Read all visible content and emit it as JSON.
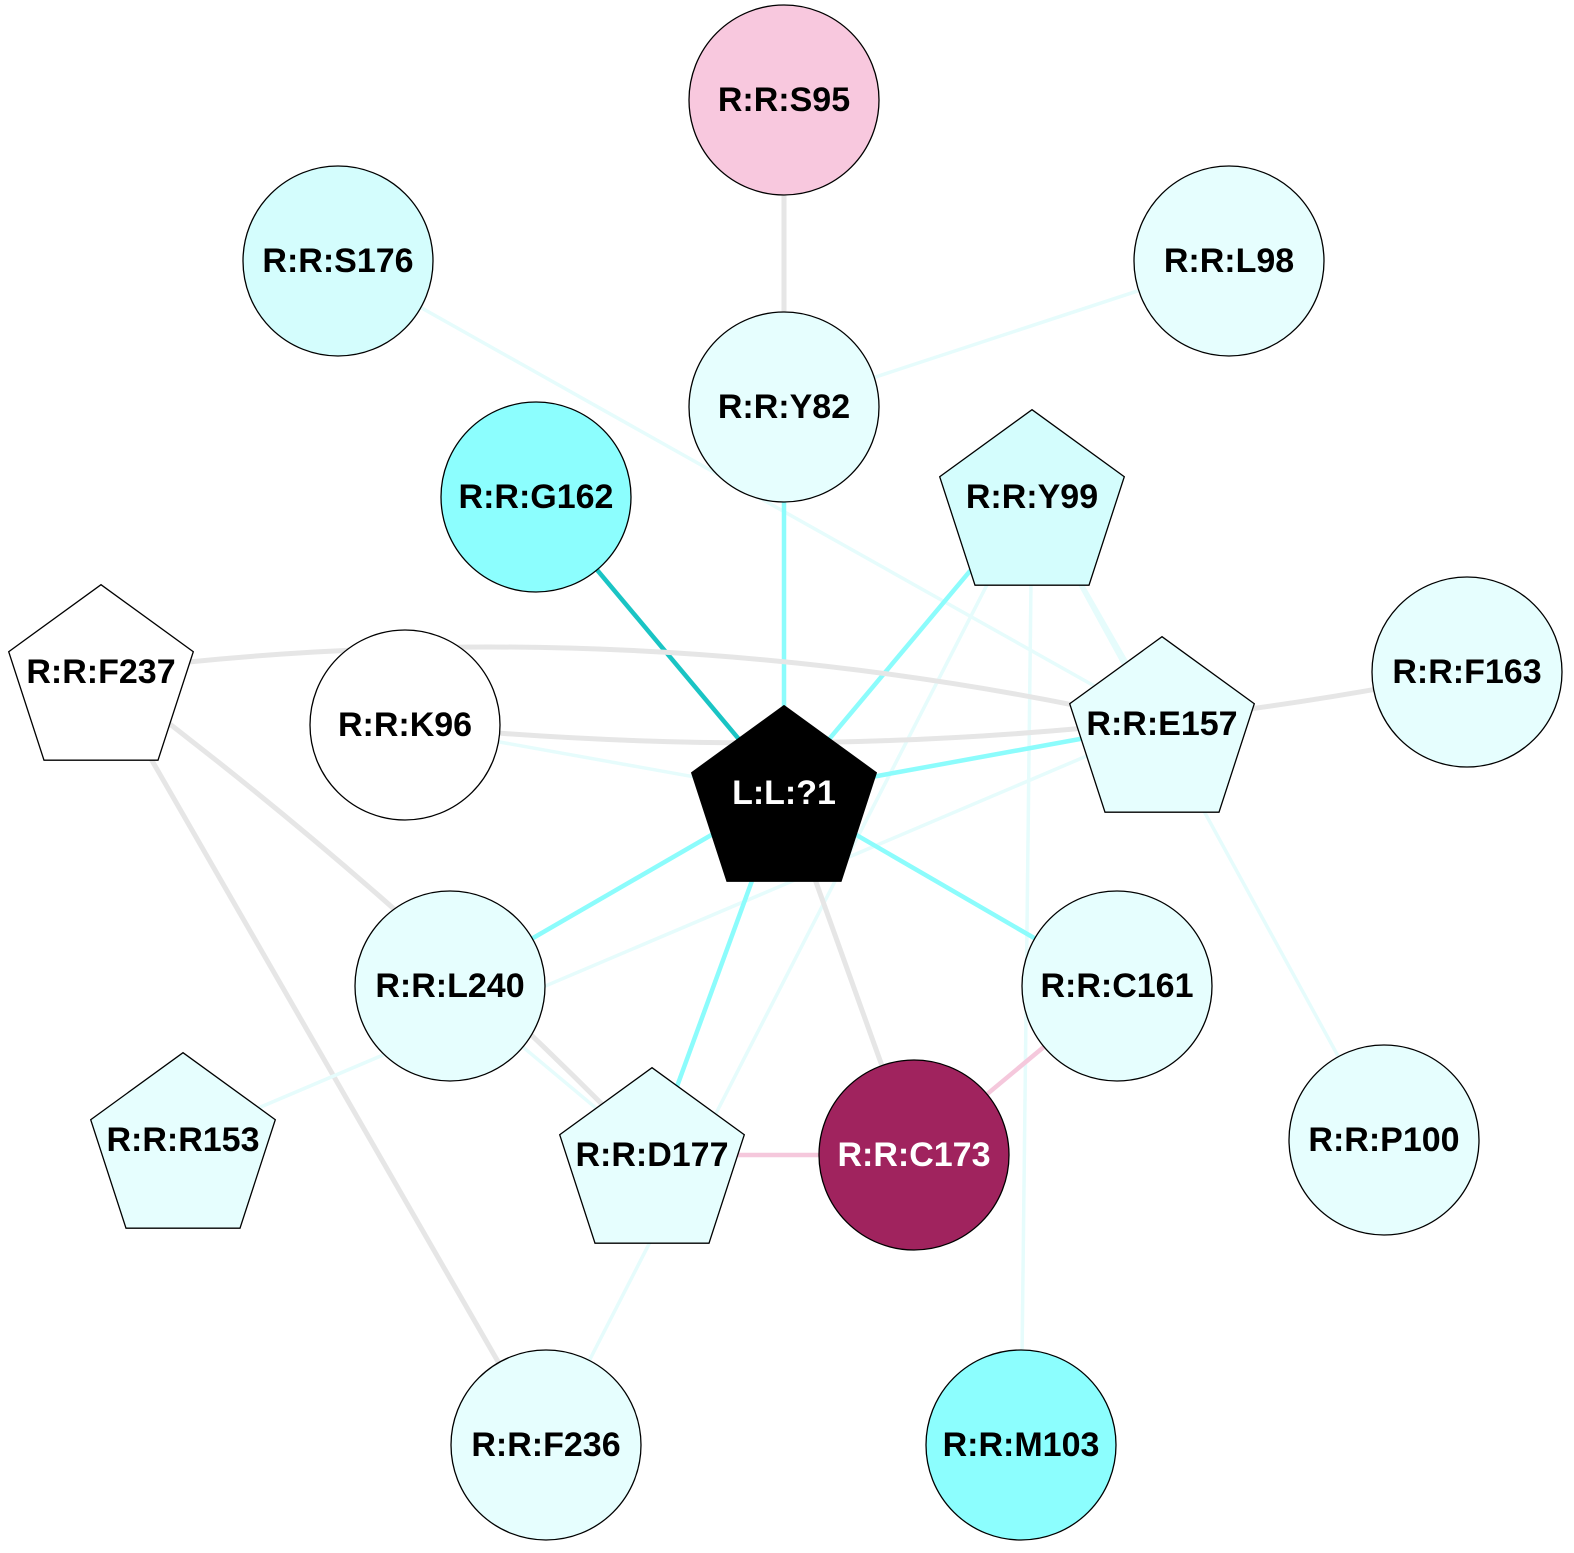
{
  "colors": {
    "gray_edge": "#e6e6e6",
    "cyan_edge": "#8cfcfc",
    "light_cyan_edge": "#e6fcfc",
    "dark_cyan_edge": "#1ac4c4",
    "pink_edge": "#f5c8dc",
    "node_very_light": "#e6fefe",
    "node_light": "#d4fdfd",
    "node_cyan": "#8cfefe",
    "node_pink": "#f8c8de",
    "node_white": "#ffffff",
    "node_black": "#000000",
    "node_magenta": "#a0235e"
  },
  "nodes": [
    {
      "id": "S95",
      "label": "R:R:S95",
      "shape": "circle",
      "fill": "#f8c8de",
      "text": "#000000"
    },
    {
      "id": "S176",
      "label": "R:R:S176",
      "shape": "circle",
      "fill": "#d4fdfd",
      "text": "#000000"
    },
    {
      "id": "L98",
      "label": "R:R:L98",
      "shape": "circle",
      "fill": "#e6fefe",
      "text": "#000000"
    },
    {
      "id": "Y82",
      "label": "R:R:Y82",
      "shape": "circle",
      "fill": "#e6fefe",
      "text": "#000000"
    },
    {
      "id": "G162",
      "label": "R:R:G162",
      "shape": "circle",
      "fill": "#8cfefe",
      "text": "#000000"
    },
    {
      "id": "Y99",
      "label": "R:R:Y99",
      "shape": "pentagon",
      "fill": "#d4fdfd",
      "text": "#000000"
    },
    {
      "id": "F237",
      "label": "R:R:F237",
      "shape": "pentagon",
      "fill": "#ffffff",
      "text": "#000000"
    },
    {
      "id": "F163",
      "label": "R:R:F163",
      "shape": "circle",
      "fill": "#e6fefe",
      "text": "#000000"
    },
    {
      "id": "K96",
      "label": "R:R:K96",
      "shape": "circle",
      "fill": "#ffffff",
      "text": "#000000"
    },
    {
      "id": "E157",
      "label": "R:R:E157",
      "shape": "pentagon",
      "fill": "#e6fefe",
      "text": "#000000"
    },
    {
      "id": "L1",
      "label": "L:L:?1",
      "shape": "pentagon",
      "fill": "#000000",
      "text": "#ffffff"
    },
    {
      "id": "L240",
      "label": "R:R:L240",
      "shape": "circle",
      "fill": "#e6fefe",
      "text": "#000000"
    },
    {
      "id": "C161",
      "label": "R:R:C161",
      "shape": "circle",
      "fill": "#e6fefe",
      "text": "#000000"
    },
    {
      "id": "R153",
      "label": "R:R:R153",
      "shape": "pentagon",
      "fill": "#e6fefe",
      "text": "#000000"
    },
    {
      "id": "D177",
      "label": "R:R:D177",
      "shape": "pentagon",
      "fill": "#e6fefe",
      "text": "#000000"
    },
    {
      "id": "C173",
      "label": "R:R:C173",
      "shape": "circle",
      "fill": "#a0235e",
      "text": "#ffffff"
    },
    {
      "id": "P100",
      "label": "R:R:P100",
      "shape": "circle",
      "fill": "#e6fefe",
      "text": "#000000"
    },
    {
      "id": "F236",
      "label": "R:R:F236",
      "shape": "circle",
      "fill": "#e6fefe",
      "text": "#000000"
    },
    {
      "id": "M103",
      "label": "R:R:M103",
      "shape": "circle",
      "fill": "#8cfefe",
      "text": "#000000"
    }
  ],
  "edges": [
    {
      "from": "S95",
      "to": "Y82",
      "color": "#e6e6e6"
    },
    {
      "from": "L98",
      "to": "Y82",
      "color": "#e6fcfc"
    },
    {
      "from": "S176",
      "to": "E157",
      "color": "#e6fcfc"
    },
    {
      "from": "Y82",
      "to": "L1",
      "color": "#8cfcfc"
    },
    {
      "from": "G162",
      "to": "L1",
      "color": "#1ac4c4"
    },
    {
      "from": "Y99",
      "to": "L1",
      "color": "#8cfcfc"
    },
    {
      "from": "Y99",
      "to": "E157",
      "color": "#e6fcfc"
    },
    {
      "from": "Y99",
      "to": "M103",
      "color": "#e6fcfc"
    },
    {
      "from": "Y99",
      "to": "P100",
      "color": "#e6fcfc"
    },
    {
      "from": "Y99",
      "to": "F236",
      "color": "#e6fcfc"
    },
    {
      "from": "F237",
      "to": "E157",
      "color": "#e6e6e6"
    },
    {
      "from": "K96",
      "to": "F163",
      "color": "#e6e6e6"
    },
    {
      "from": "F237",
      "to": "D177",
      "color": "#e6e6e6"
    },
    {
      "from": "F237",
      "to": "F236",
      "color": "#e6e6e6"
    },
    {
      "from": "K96",
      "to": "L1",
      "color": "#e6fcfc"
    },
    {
      "from": "E157",
      "to": "L1",
      "color": "#8cfcfc"
    },
    {
      "from": "E157",
      "to": "R153",
      "color": "#e6fcfc"
    },
    {
      "from": "L1",
      "to": "L240",
      "color": "#8cfcfc"
    },
    {
      "from": "L1",
      "to": "C161",
      "color": "#8cfcfc"
    },
    {
      "from": "L1",
      "to": "D177",
      "color": "#8cfcfc"
    },
    {
      "from": "L1",
      "to": "C173",
      "color": "#e6e6e6"
    },
    {
      "from": "L240",
      "to": "D177",
      "color": "#e6fcfc"
    },
    {
      "from": "D177",
      "to": "C173",
      "color": "#f5c8dc"
    },
    {
      "from": "C161",
      "to": "C173",
      "color": "#f5c8dc"
    }
  ]
}
